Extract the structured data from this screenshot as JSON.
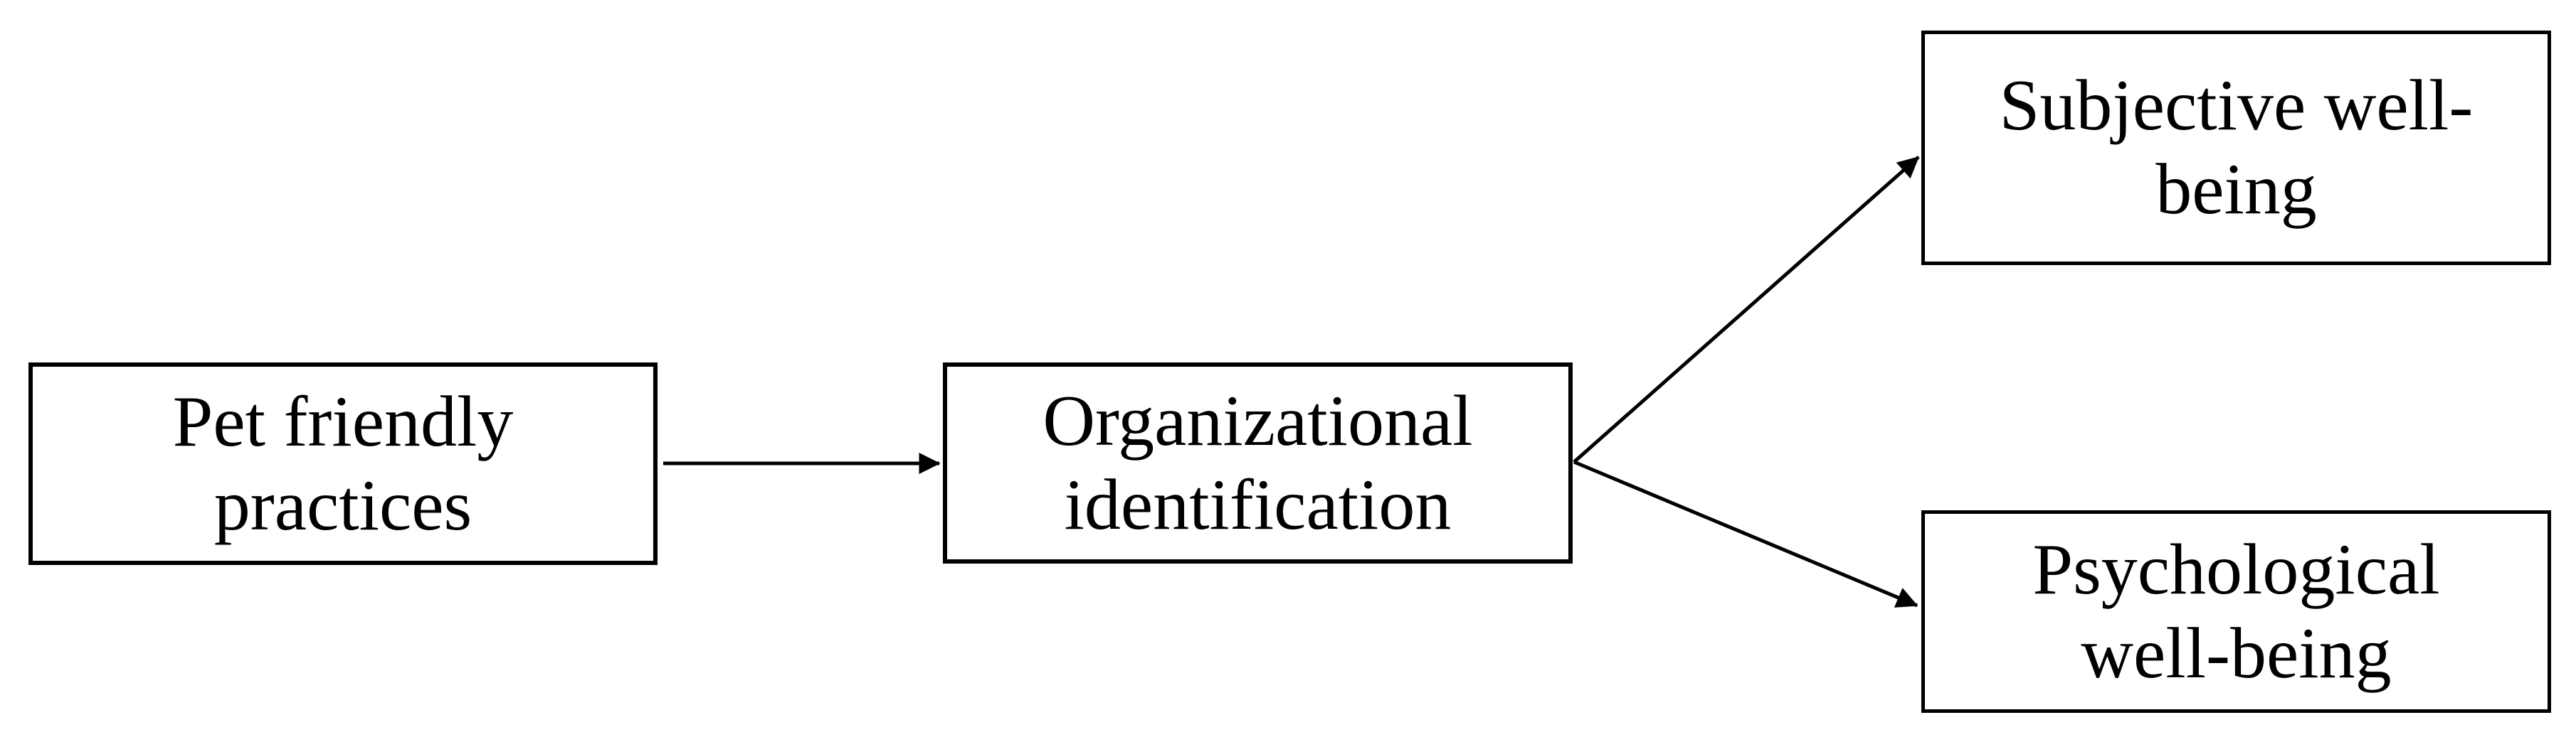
{
  "diagram": {
    "background_color": "#ffffff",
    "box_border_color": "#000000",
    "text_color": "#000000",
    "arrow_color": "#000000",
    "nodes": [
      {
        "id": "pet-friendly-practices",
        "label": "Pet friendly practices",
        "lines": [
          "Pet friendly",
          "practices"
        ]
      },
      {
        "id": "organizational-identification",
        "label": "Organizational identification",
        "lines": [
          "Organizational",
          "identification"
        ]
      },
      {
        "id": "subjective-well-being",
        "label": "Subjective well-being",
        "lines": [
          "Subjective well-",
          "being"
        ]
      },
      {
        "id": "psychological-well-being",
        "label": "Psychological well-being",
        "lines": [
          "Psychological",
          "well-being"
        ]
      }
    ],
    "edges": [
      {
        "id": "pet-to-org",
        "from": "pet-friendly-practices",
        "to": "organizational-identification",
        "style": "straight-arrow"
      },
      {
        "id": "org-to-subjective",
        "from": "organizational-identification",
        "to": "subjective-well-being",
        "style": "straight-arrow"
      },
      {
        "id": "org-to-psychological",
        "from": "organizational-identification",
        "to": "psychological-well-being",
        "style": "straight-arrow"
      }
    ]
  }
}
